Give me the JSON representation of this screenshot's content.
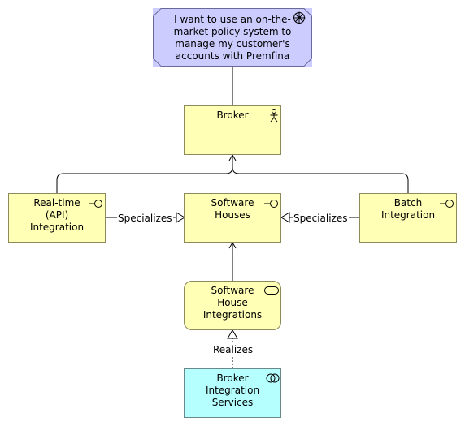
{
  "nodes": {
    "goal": {
      "label": "I want to use an on-the-\nmarket policy system to\nmanage my customer's\naccounts with Premfina",
      "color": "#ccccff",
      "icon": "goal-icon"
    },
    "broker": {
      "label": "Broker",
      "color": "#ffffb5",
      "icon": "actor-icon"
    },
    "realtime": {
      "label": "Real-time\n(API)\nIntegration",
      "color": "#ffffb5",
      "icon": "interface-icon"
    },
    "software_houses": {
      "label": "Software\nHouses",
      "color": "#ffffb5",
      "icon": "interface-icon"
    },
    "batch": {
      "label": "Batch\nIntegration",
      "color": "#ffffb5",
      "icon": "interface-icon"
    },
    "shi": {
      "label": "Software\nHouse\nIntegrations",
      "color": "#ffffb5",
      "icon": "service-icon"
    },
    "bis": {
      "label": "Broker\nIntegration\nServices",
      "color": "#b5ffff",
      "icon": "collaboration-icon"
    }
  },
  "edges": {
    "specializes_left": "Specializes",
    "specializes_right": "Specializes",
    "realizes": "Realizes"
  }
}
